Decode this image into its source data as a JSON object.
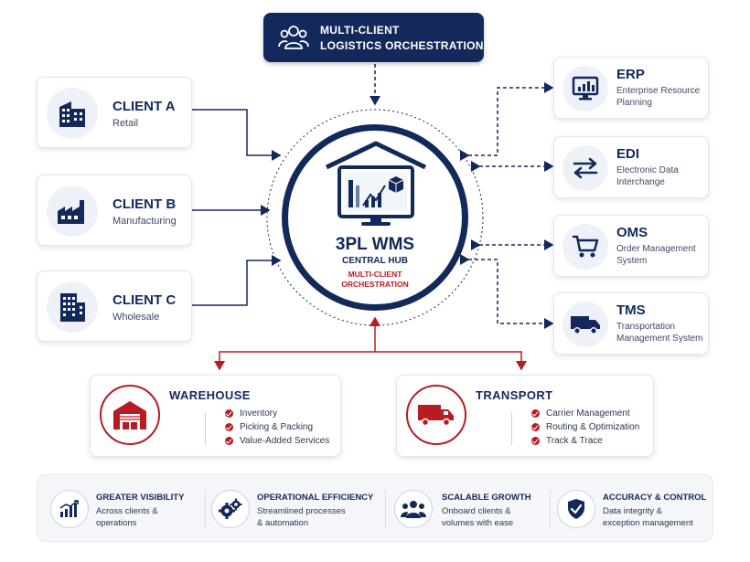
{
  "header": {
    "line1": "MULTI-CLIENT",
    "line2": "LOGISTICS ORCHESTRATION"
  },
  "hub": {
    "title": "3PL WMS",
    "subtitle": "CENTRAL HUB",
    "tag1": "MULTI-CLIENT",
    "tag2": "ORCHESTRATION"
  },
  "clients": [
    {
      "name": "CLIENT A",
      "type": "Retail",
      "icon": "office-building-icon"
    },
    {
      "name": "CLIENT B",
      "type": "Manufacturing",
      "icon": "factory-icon"
    },
    {
      "name": "CLIENT C",
      "type": "Wholesale",
      "icon": "apartment-building-icon"
    }
  ],
  "systems": [
    {
      "name": "ERP",
      "desc1": "Enterprise Resource",
      "desc2": "Planning",
      "icon": "monitor-chart-icon"
    },
    {
      "name": "EDI",
      "desc1": "Electronic Data",
      "desc2": "Interchange",
      "icon": "exchange-arrows-icon"
    },
    {
      "name": "OMS",
      "desc1": "Order Management",
      "desc2": "System",
      "icon": "shopping-cart-icon"
    },
    {
      "name": "TMS",
      "desc1": "Transportation",
      "desc2": "Management System",
      "icon": "truck-icon"
    }
  ],
  "warehouse": {
    "title": "WAREHOUSE",
    "items": [
      "Inventory",
      "Picking & Packing",
      "Value-Added Services"
    ]
  },
  "transport": {
    "title": "TRANSPORT",
    "items": [
      "Carrier Management",
      "Routing & Optimization",
      "Track & Trace"
    ]
  },
  "benefits": [
    {
      "title": "GREATER VISIBILITY",
      "line1": "Across clients &",
      "line2": "operations",
      "icon": "growth-chart-icon"
    },
    {
      "title": "OPERATIONAL EFFICIENCY",
      "line1": "Streamlined processes",
      "line2": "& automation",
      "icon": "gears-icon"
    },
    {
      "title": "SCALABLE GROWTH",
      "line1": "Onboard clients &",
      "line2": "volumes with ease",
      "icon": "people-group-icon"
    },
    {
      "title": "ACCURACY & CONTROL",
      "line1": "Data integrity &",
      "line2": "exception management",
      "icon": "shield-check-icon"
    }
  ],
  "colors": {
    "navy": "#13295b",
    "red": "#b51c24",
    "card_border": "#e3e7ee"
  }
}
